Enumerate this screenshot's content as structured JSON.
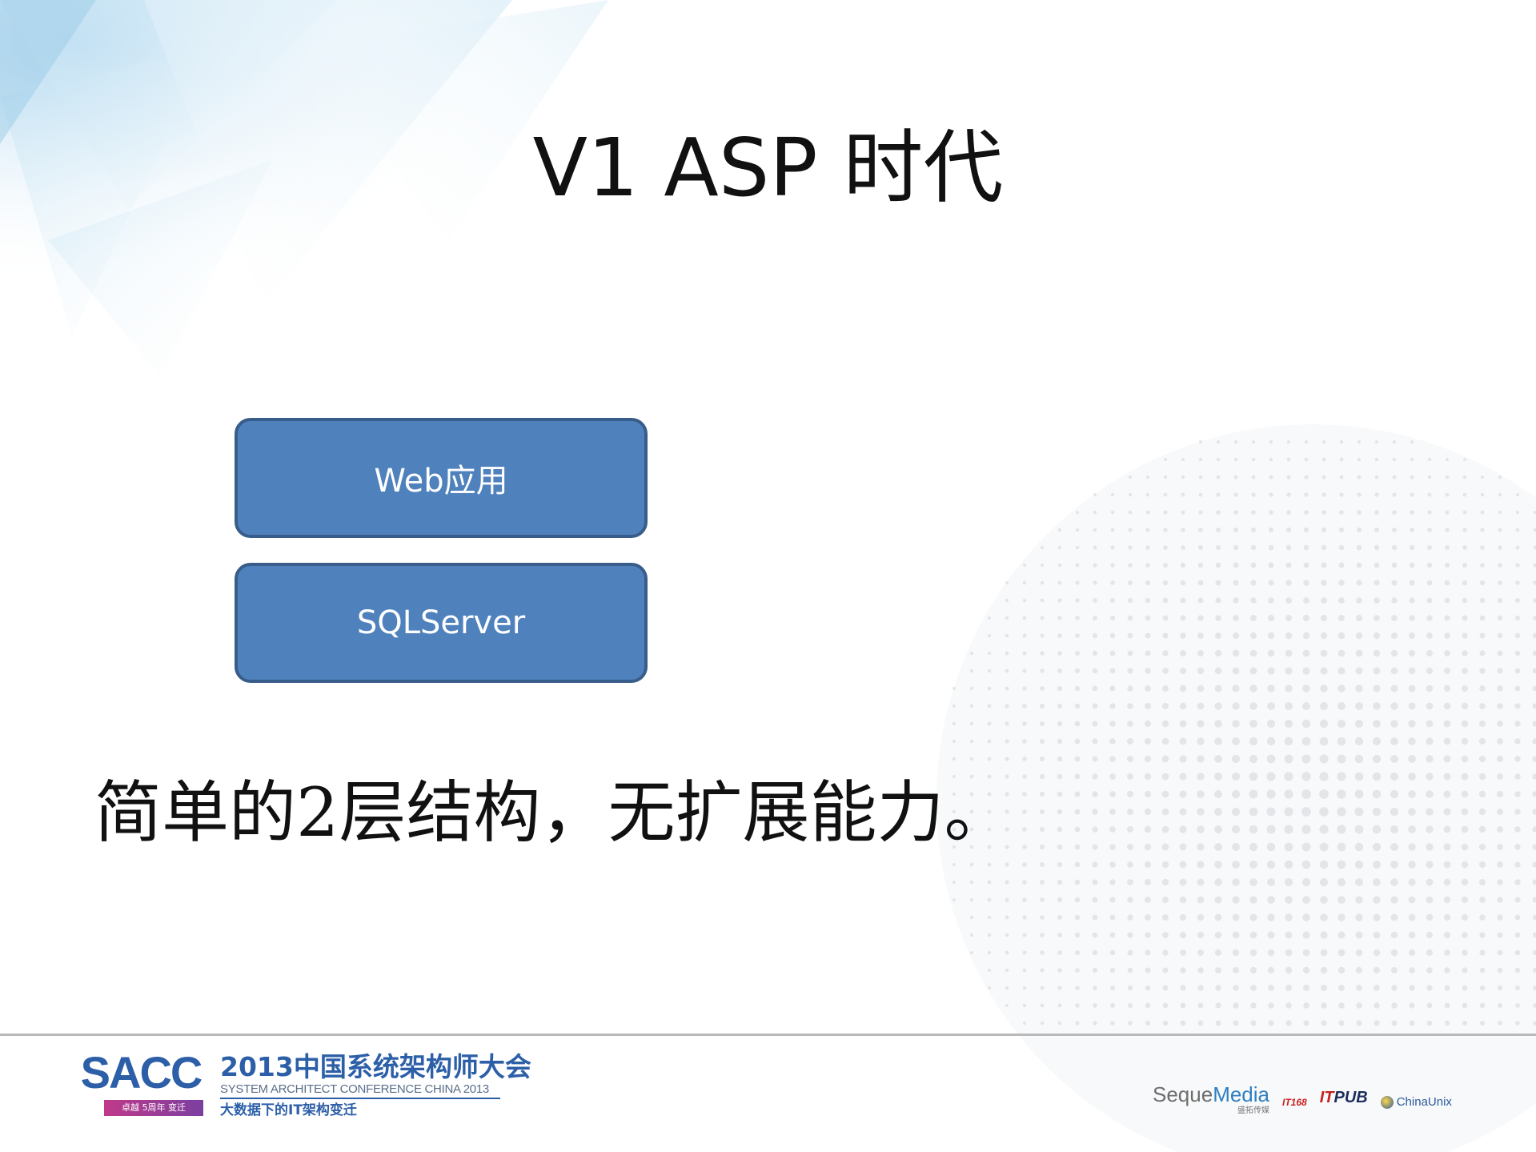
{
  "slide": {
    "title": "V1 ASP 时代",
    "diagram": {
      "boxes": [
        {
          "label": "Web应用"
        },
        {
          "label": "SQLServer"
        }
      ],
      "box_color": "#4f81bd",
      "box_border_color": "#385d8a"
    },
    "body_text": "简单的2层结构，无扩展能力。"
  },
  "footer": {
    "sacc_logo": {
      "text": "SACC",
      "ribbon": "卓越 5周年 变迁"
    },
    "conference": {
      "title": "2013中国系统架构师大会",
      "subtitle": "SYSTEM ARCHITECT CONFERENCE CHINA 2013",
      "slogan": "大数据下的IT架构变迁"
    },
    "partners": {
      "seque_part1": "Seque",
      "seque_part2": "Media",
      "seque_cn": "盛拓传媒",
      "it168": "IT168",
      "itpub_it": "IT",
      "itpub_rest": "PUB",
      "chinaunix": "ChinaUnix"
    }
  },
  "colors": {
    "accent": "#2c5fa8",
    "title_text": "#111111",
    "footer_rule": "#b9b9b9"
  }
}
